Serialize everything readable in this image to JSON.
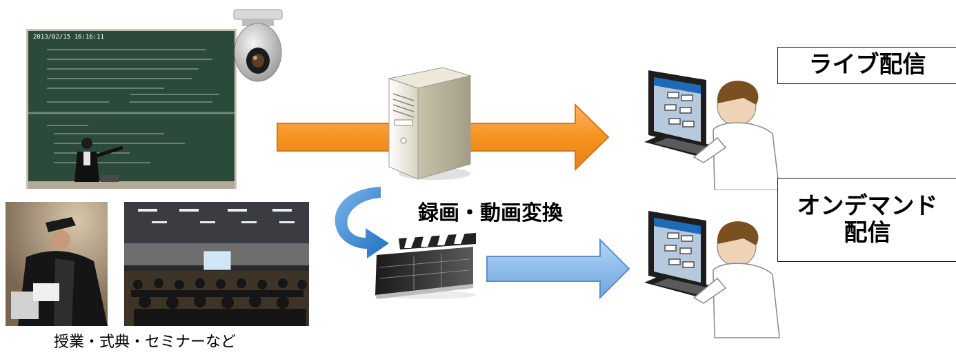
{
  "labels": {
    "server_caption": "録画・動画変換",
    "events_caption": "授業・式典・セミナーなど"
  },
  "delivery": {
    "live": "ライブ配信",
    "on_demand_line1": "オンデマンド",
    "on_demand_line2": "配信"
  },
  "camera_timestamp": "2013/02/15 16:16:11",
  "colors": {
    "live_arrow": "#f7931e",
    "on_demand_arrow": "#7fb2e5",
    "loop_arrow": "#2e86d6",
    "blackboard": "#2b4a3a"
  },
  "icons": [
    "camera-icon",
    "server-icon",
    "clapperboard-icon",
    "viewer-computer-icon"
  ]
}
